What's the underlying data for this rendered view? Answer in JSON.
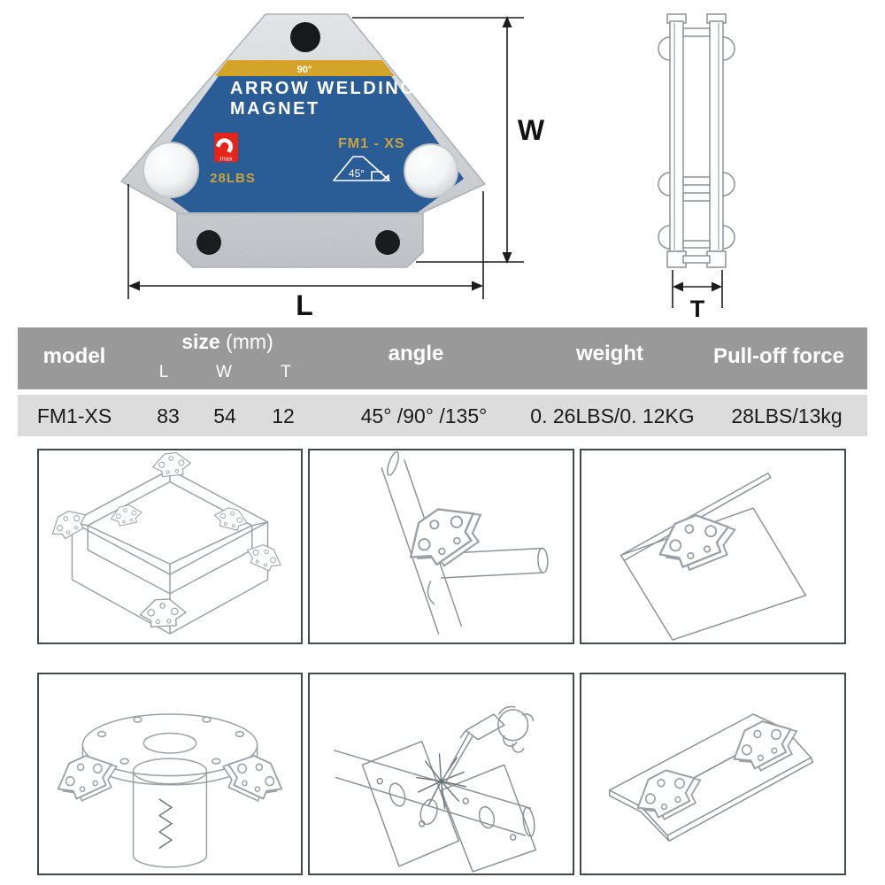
{
  "product": {
    "band_angle_label": "90°",
    "title_line1": "ARROW WELDING",
    "title_line2": "MAGNET",
    "model_label": "FM1 - XS",
    "max_badge_label": "max",
    "capacity_label": "28LBS",
    "angle_icon_label": "45°"
  },
  "dimensions": {
    "width": "W",
    "length": "L",
    "thickness": "T"
  },
  "spec_table": {
    "headers": {
      "model": "model",
      "size": "size",
      "size_unit": "(mm)",
      "size_sub": [
        "L",
        "W",
        "T"
      ],
      "angle": "angle",
      "weight": "weight",
      "pull_off": "Pull-off force"
    },
    "row": {
      "model": "FM1-XS",
      "size_l": "83",
      "size_w": "54",
      "size_t": "12",
      "angle": "45° /90° /135°",
      "weight": "0. 26LBS/0. 12KG",
      "pull_off": "28LBS/13kg"
    }
  },
  "colors": {
    "magnet_blue": "#2a5c95",
    "band_yellow": "#d4a32a",
    "gold_text": "#c8a33c",
    "badge_red": "#e8231a",
    "table_header_bg": "#999999",
    "table_row_bg": "#dcdcdc"
  },
  "usage_panels": [
    {
      "name": "box-assembly"
    },
    {
      "name": "pipe-joint"
    },
    {
      "name": "sheet-upright"
    },
    {
      "name": "flange-pipe"
    },
    {
      "name": "welding-torch"
    },
    {
      "name": "angle-iron"
    }
  ]
}
